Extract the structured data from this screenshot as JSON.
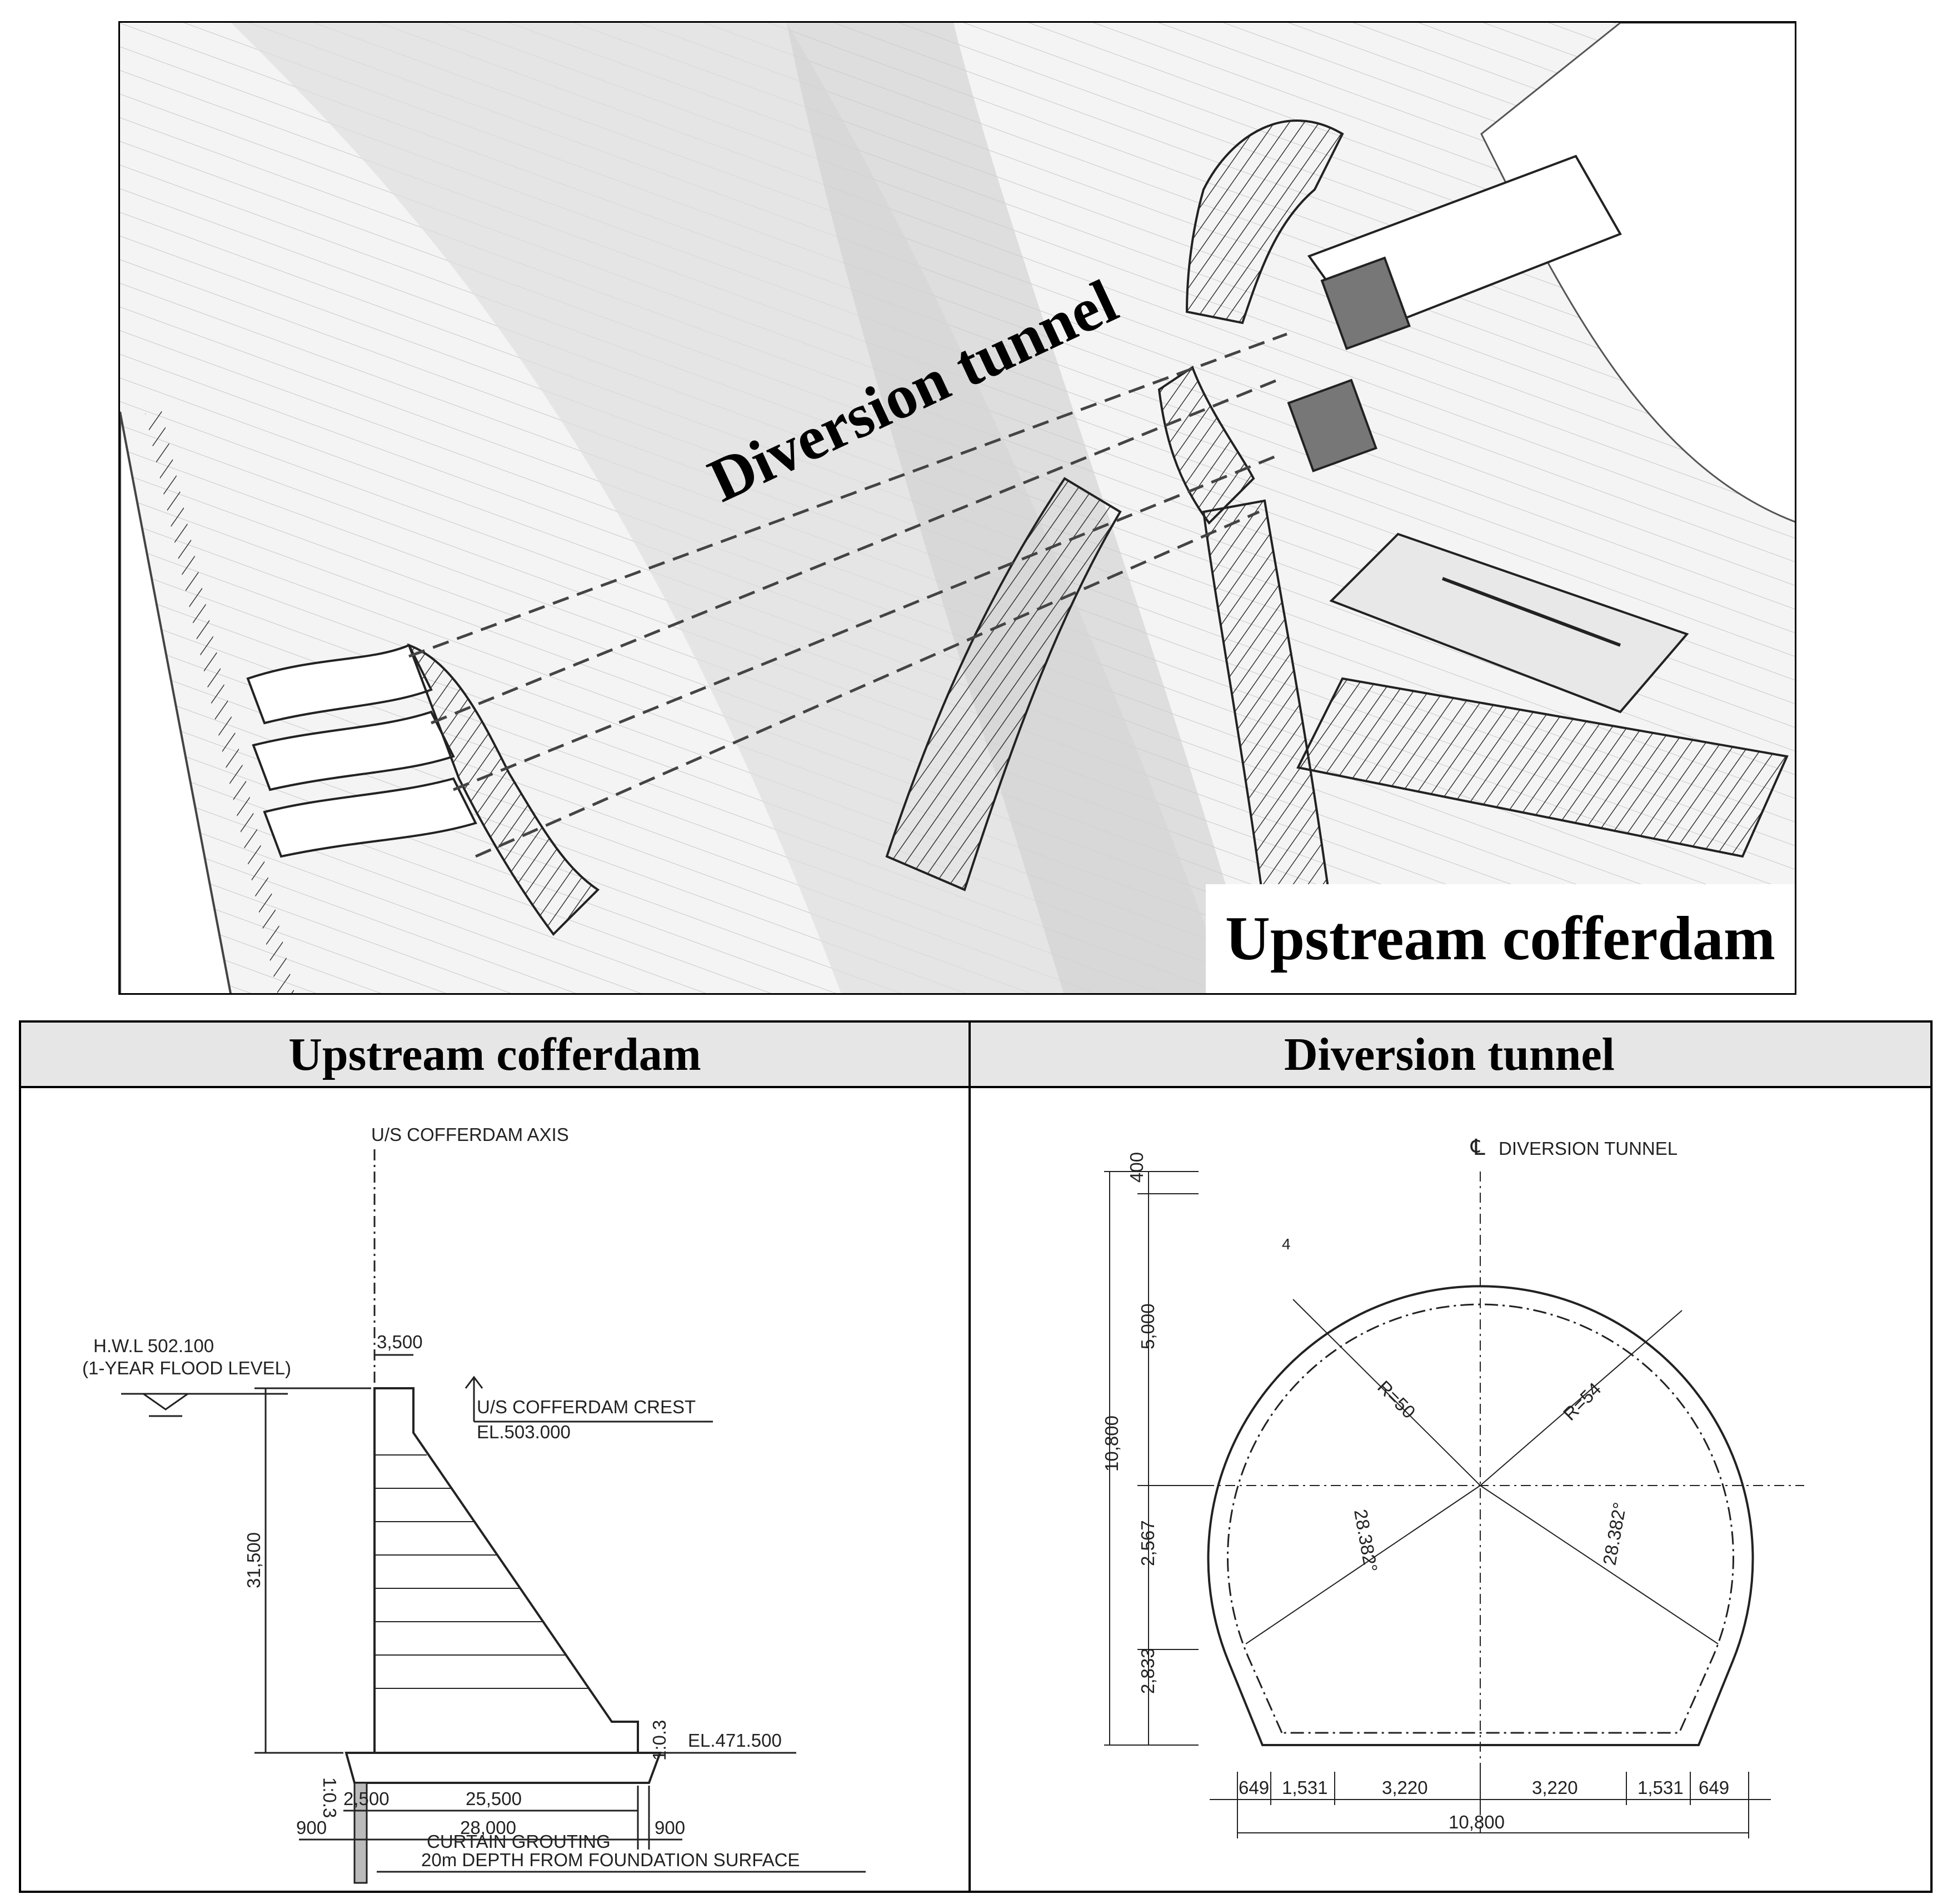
{
  "plan": {
    "label_tunnel": "Diversion tunnel",
    "label_cofferdam": "Upstream cofferdam"
  },
  "table": {
    "headers": [
      "Upstream cofferdam",
      "Diversion tunnel"
    ]
  },
  "cofferdam_section": {
    "axis_label": "U/S COFFERDAM AXIS",
    "hwl_label": "H.W.L 502.100",
    "hwl_sub": "(1-YEAR FLOOD LEVEL)",
    "crest_label": "U/S COFFERDAM CREST",
    "crest_el": "EL.503.000",
    "base_el": "EL.471.500",
    "dim_top": "3,500",
    "dim_height": "31,500",
    "slope_left": "1:0.3",
    "slope_right": "1:0.3",
    "dim_2500": "2,500",
    "dim_25500": "25,500",
    "dim_900_left": "900",
    "dim_28000": "28,000",
    "dim_900_right": "900",
    "grout_label": "CURTAIN GROUTING",
    "grout_sub": "20m DEPTH FROM FOUNDATION SURFACE"
  },
  "tunnel_section": {
    "cl_symbol": "℄",
    "cl_label": "DIVERSION TUNNEL",
    "dim_400": "400",
    "dim_5000": "5,000",
    "dim_10800_v": "10,800",
    "dim_2567": "2,567",
    "dim_2833": "2,833",
    "r50": "R=50",
    "r54": "R=54",
    "angle_left": "28.382°",
    "angle_right": "28.382°",
    "lining": "4",
    "bottom_dims": [
      "649",
      "1,531",
      "3,220",
      "3,220",
      "1,531",
      "649"
    ],
    "dim_10800_h": "10,800"
  }
}
